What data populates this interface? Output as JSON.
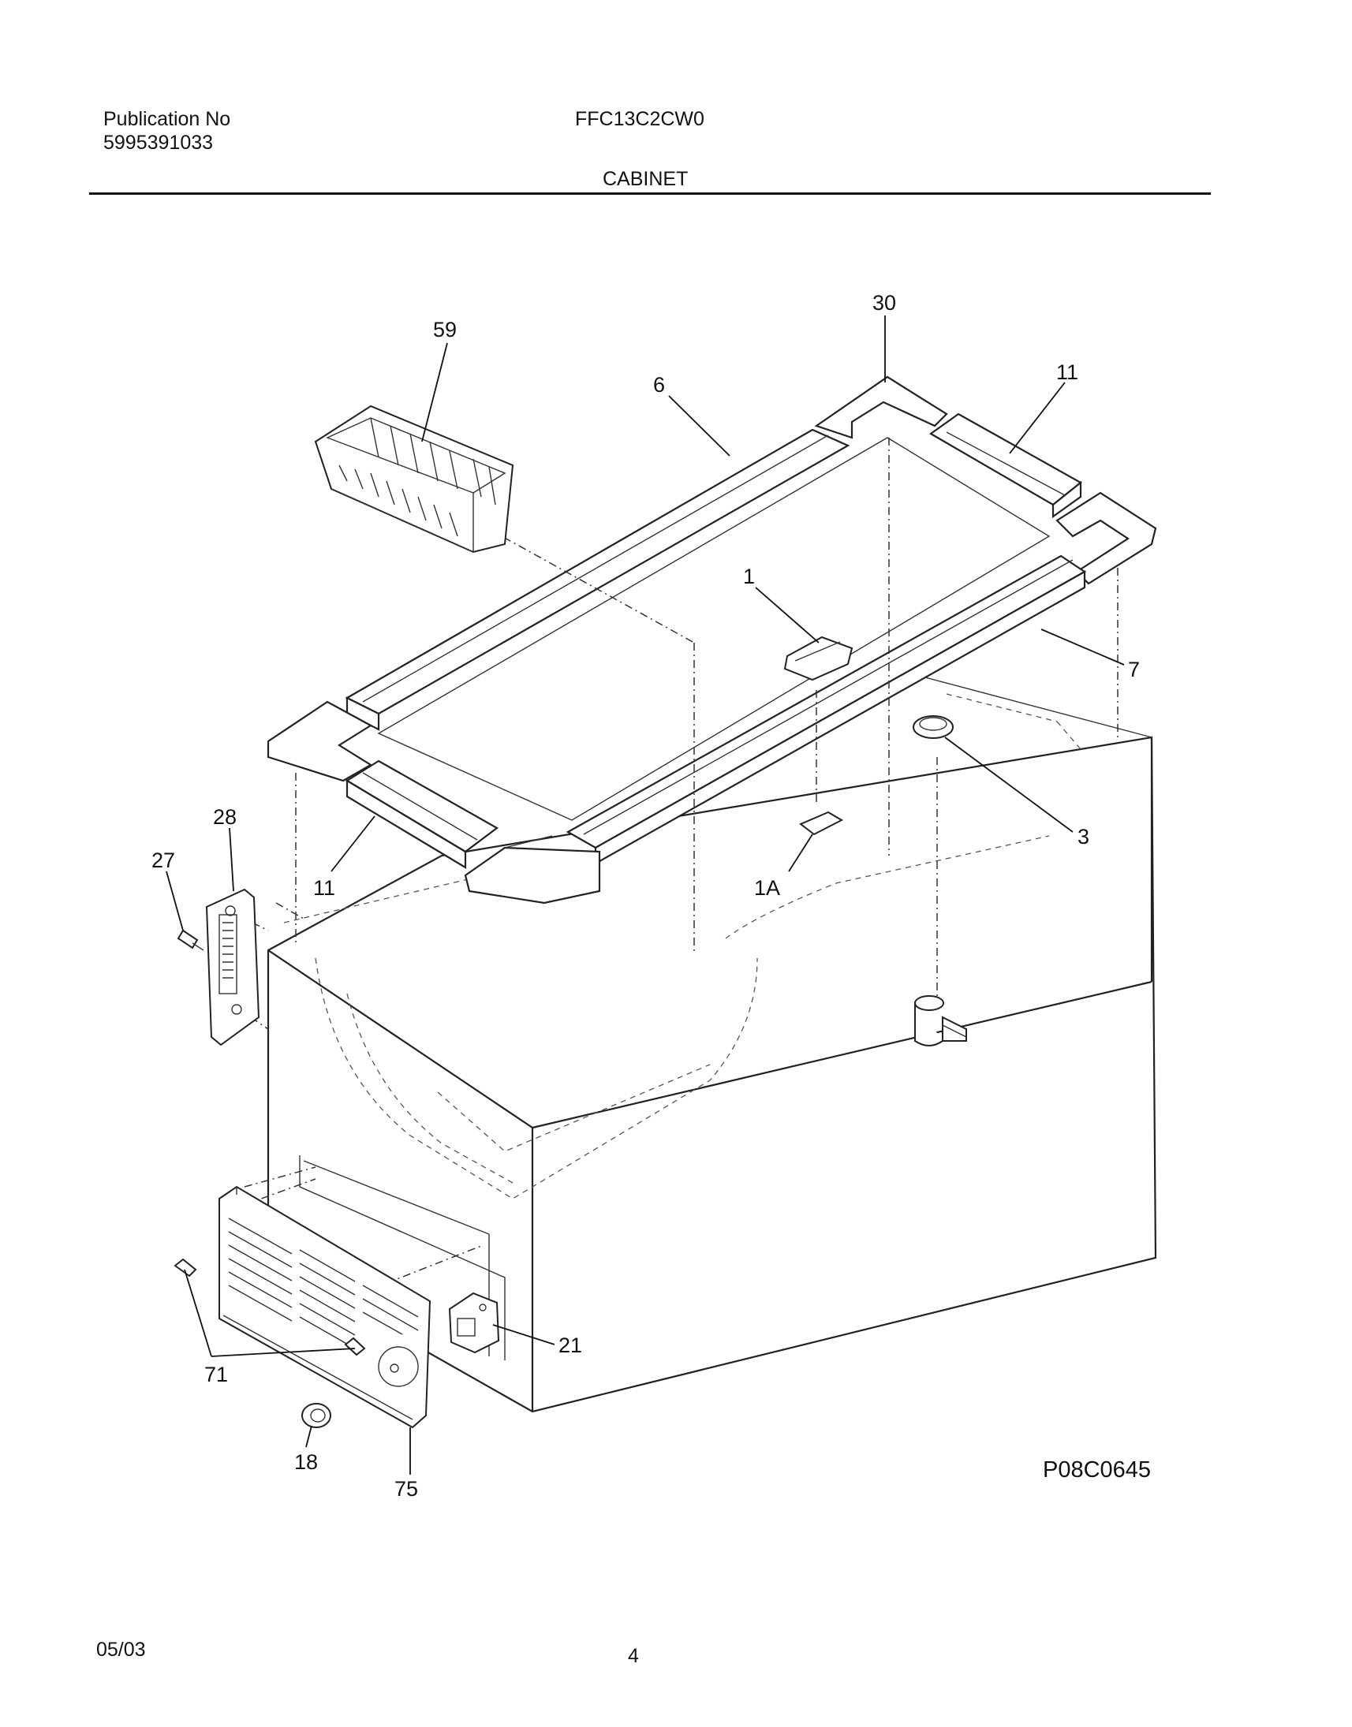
{
  "header": {
    "publication_label": "Publication No",
    "publication_number": "5995391033",
    "model": "FFC13C2CW0",
    "section": "CABINET"
  },
  "callouts": {
    "c59": "59",
    "c30": "30",
    "c6": "6",
    "c11_top": "11",
    "c1": "1",
    "c7": "7",
    "c3": "3",
    "c28": "28",
    "c27": "27",
    "c11_bottom": "11",
    "c1A": "1A",
    "c21": "21",
    "c71": "71",
    "c18": "18",
    "c75": "75"
  },
  "drawing_id": "P08C0645",
  "footer": {
    "date": "05/03",
    "page": "4"
  }
}
